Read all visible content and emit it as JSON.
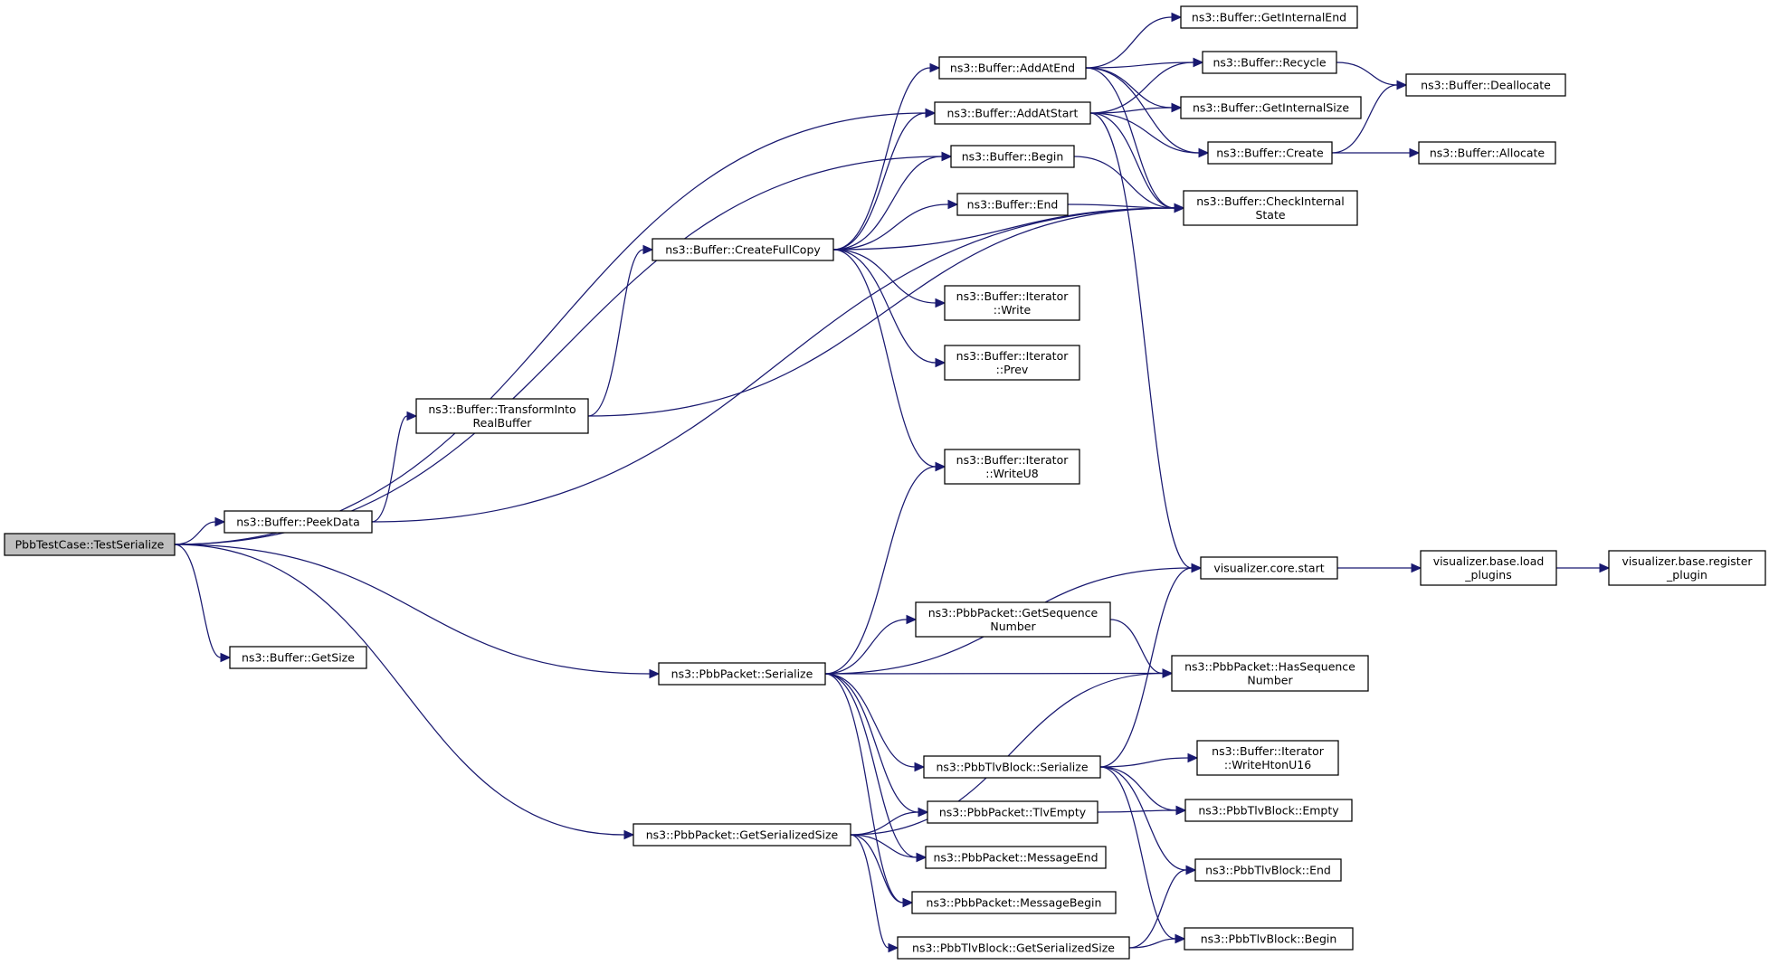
{
  "colors": {
    "edge": "#191970",
    "node_border": "#000000",
    "root_fill": "#bfbfbf",
    "node_fill": "#ffffff"
  },
  "nodes": {
    "root": [
      "PbbTestCase::TestSerialize"
    ],
    "addAtEnd": [
      "ns3::Buffer::AddAtEnd"
    ],
    "addAtStart": [
      "ns3::Buffer::AddAtStart"
    ],
    "begin": [
      "ns3::Buffer::Begin"
    ],
    "end": [
      "ns3::Buffer::End"
    ],
    "createFullCopy": [
      "ns3::Buffer::CreateFullCopy"
    ],
    "getInternalEnd": [
      "ns3::Buffer::GetInternalEnd"
    ],
    "recycle": [
      "ns3::Buffer::Recycle"
    ],
    "getInternalSize": [
      "ns3::Buffer::GetInternalSize"
    ],
    "create": [
      "ns3::Buffer::Create"
    ],
    "deallocate": [
      "ns3::Buffer::Deallocate"
    ],
    "allocate": [
      "ns3::Buffer::Allocate"
    ],
    "checkInternalState": [
      "ns3::Buffer::CheckInternal",
      "State"
    ],
    "iterWrite": [
      "ns3::Buffer::Iterator",
      "::Write"
    ],
    "iterPrev": [
      "ns3::Buffer::Iterator",
      "::Prev"
    ],
    "iterWriteU8": [
      "ns3::Buffer::Iterator",
      "::WriteU8"
    ],
    "transformIntoRealBuffer": [
      "ns3::Buffer::TransformInto",
      "RealBuffer"
    ],
    "peekData": [
      "ns3::Buffer::PeekData"
    ],
    "getSize": [
      "ns3::Buffer::GetSize"
    ],
    "vizCoreStart": [
      "visualizer.core.start"
    ],
    "vizLoadPlugins": [
      "visualizer.base.load",
      "_plugins"
    ],
    "vizRegisterPlugin": [
      "visualizer.base.register",
      "_plugin"
    ],
    "pktSerialize": [
      "ns3::PbbPacket::Serialize"
    ],
    "pktGetSequenceNumber": [
      "ns3::PbbPacket::GetSequence",
      "Number"
    ],
    "pktHasSequenceNumber": [
      "ns3::PbbPacket::HasSequence",
      "Number"
    ],
    "tlvSerialize": [
      "ns3::PbbTlvBlock::Serialize"
    ],
    "iterWriteHtonU16": [
      "ns3::Buffer::Iterator",
      "::WriteHtonU16"
    ],
    "pktTlvEmpty": [
      "ns3::PbbPacket::TlvEmpty"
    ],
    "tlvEmpty": [
      "ns3::PbbTlvBlock::Empty"
    ],
    "pktGetSerializedSize": [
      "ns3::PbbPacket::GetSerializedSize"
    ],
    "pktMessageEnd": [
      "ns3::PbbPacket::MessageEnd"
    ],
    "tlvEnd": [
      "ns3::PbbTlvBlock::End"
    ],
    "pktMessageBegin": [
      "ns3::PbbPacket::MessageBegin"
    ],
    "tlvGetSerializedSize": [
      "ns3::PbbTlvBlock::GetSerializedSize"
    ],
    "tlvBegin": [
      "ns3::PbbTlvBlock::Begin"
    ]
  },
  "edges": [
    [
      "root",
      "addAtStart"
    ],
    [
      "root",
      "begin"
    ],
    [
      "root",
      "peekData"
    ],
    [
      "root",
      "getSize"
    ],
    [
      "root",
      "pktSerialize"
    ],
    [
      "root",
      "pktGetSerializedSize"
    ],
    [
      "addAtEnd",
      "getInternalEnd"
    ],
    [
      "addAtEnd",
      "recycle"
    ],
    [
      "addAtEnd",
      "getInternalSize"
    ],
    [
      "addAtEnd",
      "create"
    ],
    [
      "addAtEnd",
      "checkInternalState"
    ],
    [
      "addAtStart",
      "recycle"
    ],
    [
      "addAtStart",
      "getInternalSize"
    ],
    [
      "addAtStart",
      "create"
    ],
    [
      "addAtStart",
      "checkInternalState"
    ],
    [
      "addAtStart",
      "vizCoreStart"
    ],
    [
      "begin",
      "checkInternalState"
    ],
    [
      "end",
      "checkInternalState"
    ],
    [
      "recycle",
      "deallocate"
    ],
    [
      "create",
      "deallocate"
    ],
    [
      "create",
      "allocate"
    ],
    [
      "createFullCopy",
      "addAtEnd"
    ],
    [
      "createFullCopy",
      "addAtStart"
    ],
    [
      "createFullCopy",
      "begin"
    ],
    [
      "createFullCopy",
      "end"
    ],
    [
      "createFullCopy",
      "checkInternalState"
    ],
    [
      "createFullCopy",
      "iterWrite"
    ],
    [
      "createFullCopy",
      "iterPrev"
    ],
    [
      "createFullCopy",
      "iterWriteU8"
    ],
    [
      "transformIntoRealBuffer",
      "createFullCopy"
    ],
    [
      "transformIntoRealBuffer",
      "checkInternalState"
    ],
    [
      "peekData",
      "transformIntoRealBuffer"
    ],
    [
      "peekData",
      "checkInternalState"
    ],
    [
      "vizCoreStart",
      "vizLoadPlugins"
    ],
    [
      "vizLoadPlugins",
      "vizRegisterPlugin"
    ],
    [
      "pktSerialize",
      "iterWriteU8"
    ],
    [
      "pktSerialize",
      "vizCoreStart"
    ],
    [
      "pktSerialize",
      "pktGetSequenceNumber"
    ],
    [
      "pktSerialize",
      "pktHasSequenceNumber"
    ],
    [
      "pktSerialize",
      "tlvSerialize"
    ],
    [
      "pktSerialize",
      "pktTlvEmpty"
    ],
    [
      "pktSerialize",
      "pktMessageEnd"
    ],
    [
      "pktSerialize",
      "pktMessageBegin"
    ],
    [
      "pktGetSequenceNumber",
      "pktHasSequenceNumber"
    ],
    [
      "tlvSerialize",
      "vizCoreStart"
    ],
    [
      "tlvSerialize",
      "iterWriteHtonU16"
    ],
    [
      "tlvSerialize",
      "tlvEmpty"
    ],
    [
      "tlvSerialize",
      "tlvEnd"
    ],
    [
      "tlvSerialize",
      "tlvBegin"
    ],
    [
      "pktTlvEmpty",
      "tlvEmpty"
    ],
    [
      "pktGetSerializedSize",
      "pktHasSequenceNumber"
    ],
    [
      "pktGetSerializedSize",
      "pktTlvEmpty"
    ],
    [
      "pktGetSerializedSize",
      "pktMessageEnd"
    ],
    [
      "pktGetSerializedSize",
      "pktMessageBegin"
    ],
    [
      "pktGetSerializedSize",
      "tlvGetSerializedSize"
    ],
    [
      "tlvGetSerializedSize",
      "tlvEnd"
    ],
    [
      "tlvGetSerializedSize",
      "tlvBegin"
    ]
  ]
}
